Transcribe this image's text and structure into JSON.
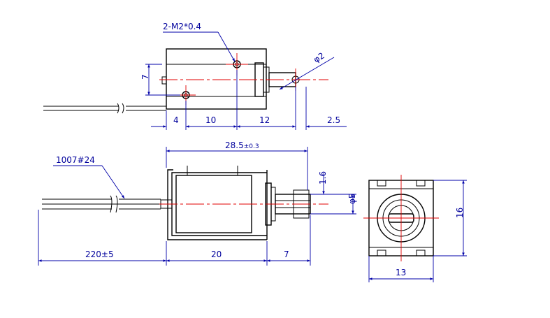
{
  "colors": {
    "outline": "#000000",
    "dimension": "#0000a8",
    "centerline": "#e00000",
    "background": "#ffffff"
  },
  "top_view": {
    "hole_note": "2-M2*0.4",
    "pin_diameter": "φ2",
    "dim_height": "7",
    "dim_bottom": [
      "4",
      "10",
      "12",
      "2.5"
    ]
  },
  "front_view": {
    "wire_label": "1007#24",
    "dim_body_length": "28.5",
    "dim_body_tol": "±0.3",
    "dim_gap": "1.6",
    "dim_plunger_diameter": "φ5",
    "dim_bottom": [
      "220±5",
      "20",
      "7"
    ]
  },
  "end_view": {
    "dim_height": "16",
    "dim_width": "13"
  }
}
